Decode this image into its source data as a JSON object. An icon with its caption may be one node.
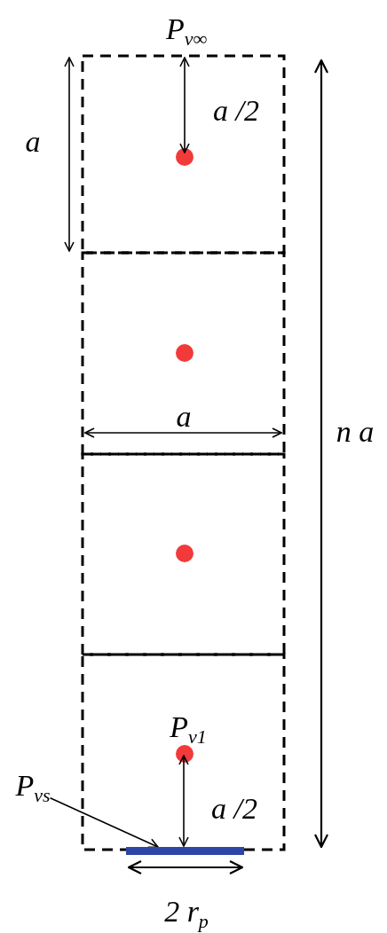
{
  "diagram": {
    "nodes": [
      {
        "text": [
          "P$_{vs}$"
        ]
      },
      {
        "text": [],
        "shape": "bar"
      }
    ],
    "edges": [
      {
        "from": 0,
        "to": 1,
        "arrow": "to"
      }
    ],
    "labels": [
      "P$_{v∞}$",
      "a /2",
      "a",
      "a",
      "n a",
      "P$_{v1}$",
      "a /2",
      "2 r$_{p}$"
    ]
  }
}
